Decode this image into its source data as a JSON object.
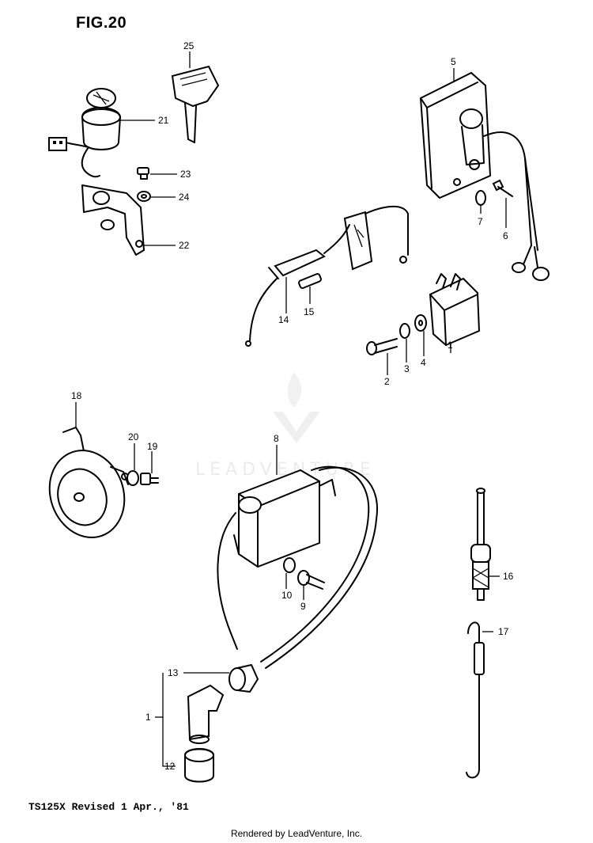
{
  "header": {
    "figure_label": "FIG.20"
  },
  "footer": {
    "model_revision": "TS125X  Revised 1 Apr., '81",
    "rendered_by": "Rendered by LeadVenture, Inc."
  },
  "watermark": {
    "text": "LEADVENTURE"
  },
  "callouts": {
    "c1a": "1",
    "c1b": "1",
    "c2": "2",
    "c3": "3",
    "c4": "4",
    "c5": "5",
    "c6": "6",
    "c7": "7",
    "c8": "8",
    "c9": "9",
    "c10": "10",
    "c12": "12",
    "c13": "13",
    "c14": "14",
    "c15": "15",
    "c16": "16",
    "c17": "17",
    "c18": "18",
    "c19": "19",
    "c20": "20",
    "c21": "21",
    "c22": "22",
    "c23": "23",
    "c24": "24",
    "c25": "25"
  }
}
